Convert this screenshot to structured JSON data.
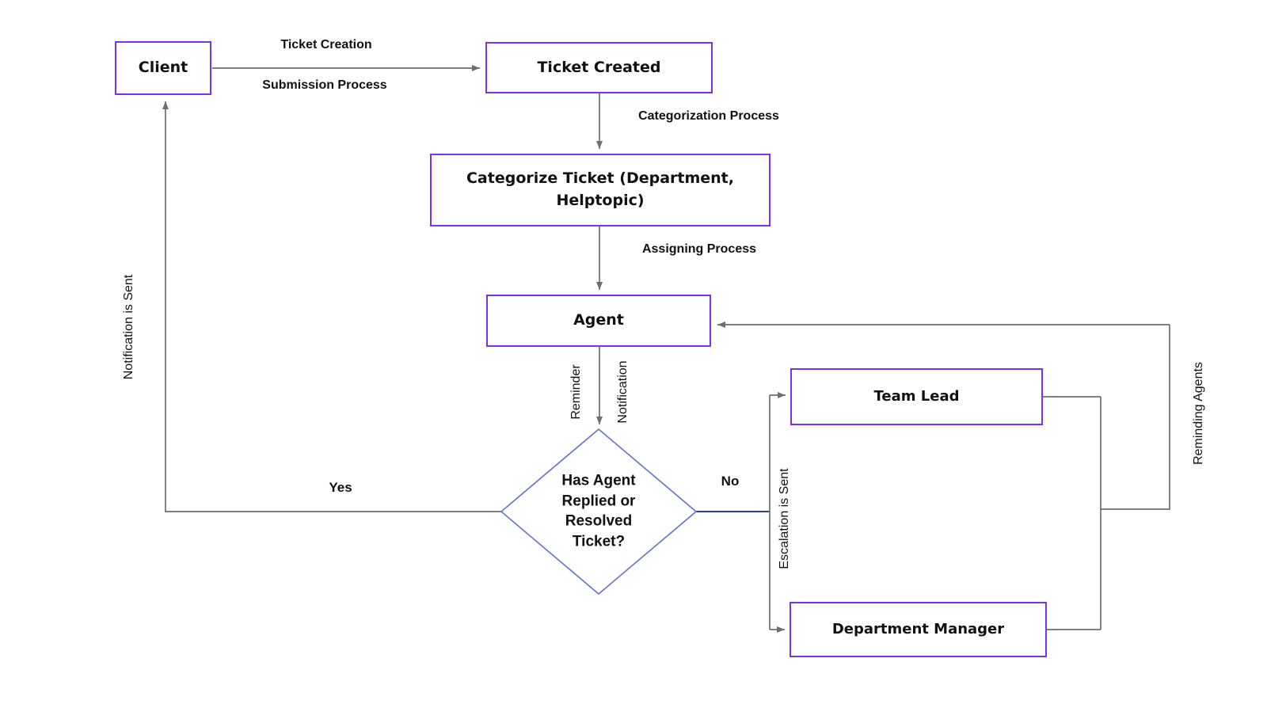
{
  "nodes": {
    "client": {
      "label": "Client"
    },
    "ticket_created": {
      "label": "Ticket Created"
    },
    "categorize": {
      "label": "Categorize Ticket (Department, Helptopic)"
    },
    "agent": {
      "label": "Agent"
    },
    "decision": {
      "label": "Has Agent Replied or Resolved Ticket?"
    },
    "team_lead": {
      "label": "Team Lead"
    },
    "dept_manager": {
      "label": "Department Manager"
    }
  },
  "edge_labels": {
    "ticket_creation": "Ticket Creation",
    "submission_process": "Submission Process",
    "categorization_process": "Categorization Process",
    "assigning_process": "Assigning Process",
    "reminder": "Reminder",
    "notification": "Notification",
    "yes": "Yes",
    "no": "No",
    "notification_is_sent": "Notification is Sent",
    "escalation_is_sent": "Escalation is Sent",
    "reminding_agents": "Reminding Agents"
  },
  "colors": {
    "background": "#FFFFFF",
    "box_border": "#7C30F0",
    "diamond_border": "#6775D0",
    "no_line": "#31408F",
    "line": "#6E6E6E",
    "text": "#111111"
  }
}
